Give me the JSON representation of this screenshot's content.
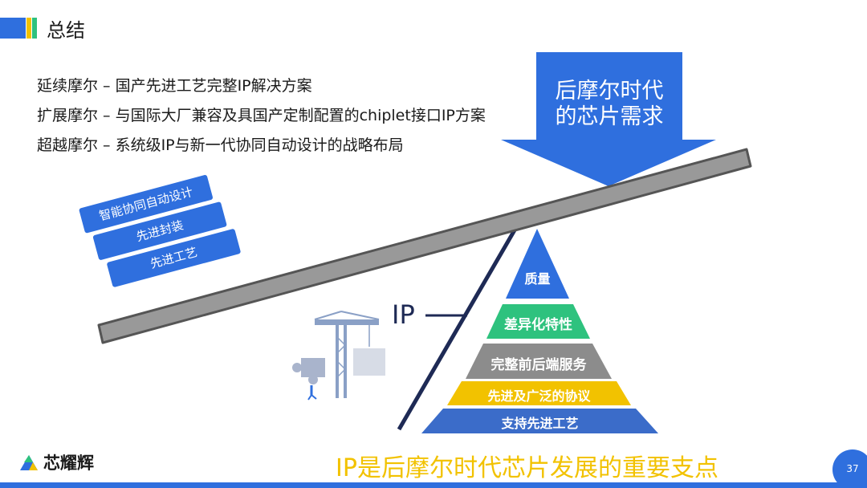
{
  "header": {
    "title": "总结"
  },
  "bullets": [
    "延续摩尔 – 国产先进工艺完整IP解决方案",
    "扩展摩尔 – 与国际大厂兼容及具国产定制配置的chiplet接口IP方案",
    "超越摩尔 – 系统级IP与新一代协同自动设计的战略布局"
  ],
  "demand_arrow": {
    "line1": "后摩尔时代",
    "line2": "的芯片需求"
  },
  "stack": [
    "智能协同自动设计",
    "先进封装",
    "先进工艺"
  ],
  "ip_label": "IP",
  "pyramid": [
    "质量",
    "差异化特性",
    "完整前后端服务",
    "先进及广泛的协议",
    "支持先进工艺"
  ],
  "conclusion": "IP是后摩尔时代芯片发展的重要支点",
  "logo": {
    "name": "芯耀辉"
  },
  "page_number": "37",
  "colors": {
    "accent_blue": "#2f6fde",
    "yellow_accent": "#f2c200",
    "pyramid_quality": "#2f6fde",
    "pyramid_features": "#2ec27e",
    "pyramid_service": "#8c8c8c",
    "pyramid_protocol": "#f2c200",
    "pyramid_process": "#3b6cc9",
    "conclusion_text": "#f2c200"
  }
}
